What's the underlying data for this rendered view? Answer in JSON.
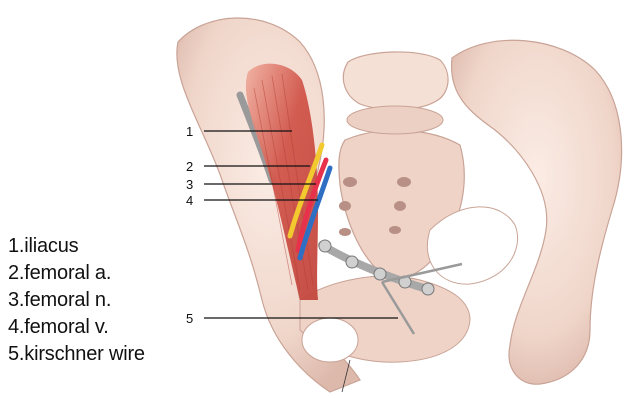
{
  "callouts": [
    "1",
    "2",
    "3",
    "4",
    "5"
  ],
  "legend": [
    "1.iliacus",
    "2.femoral a.",
    "3.femoral n.",
    "4.femoral v.",
    "5.kirschner wire"
  ],
  "colors": {
    "bone": "#f2dcd2",
    "bone_shadow": "#d9b8ab",
    "muscle": "#d1554a",
    "artery": "#e8314a",
    "nerve": "#f2c92e",
    "vein": "#2e6fc4",
    "implant": "#b8b8b8"
  }
}
